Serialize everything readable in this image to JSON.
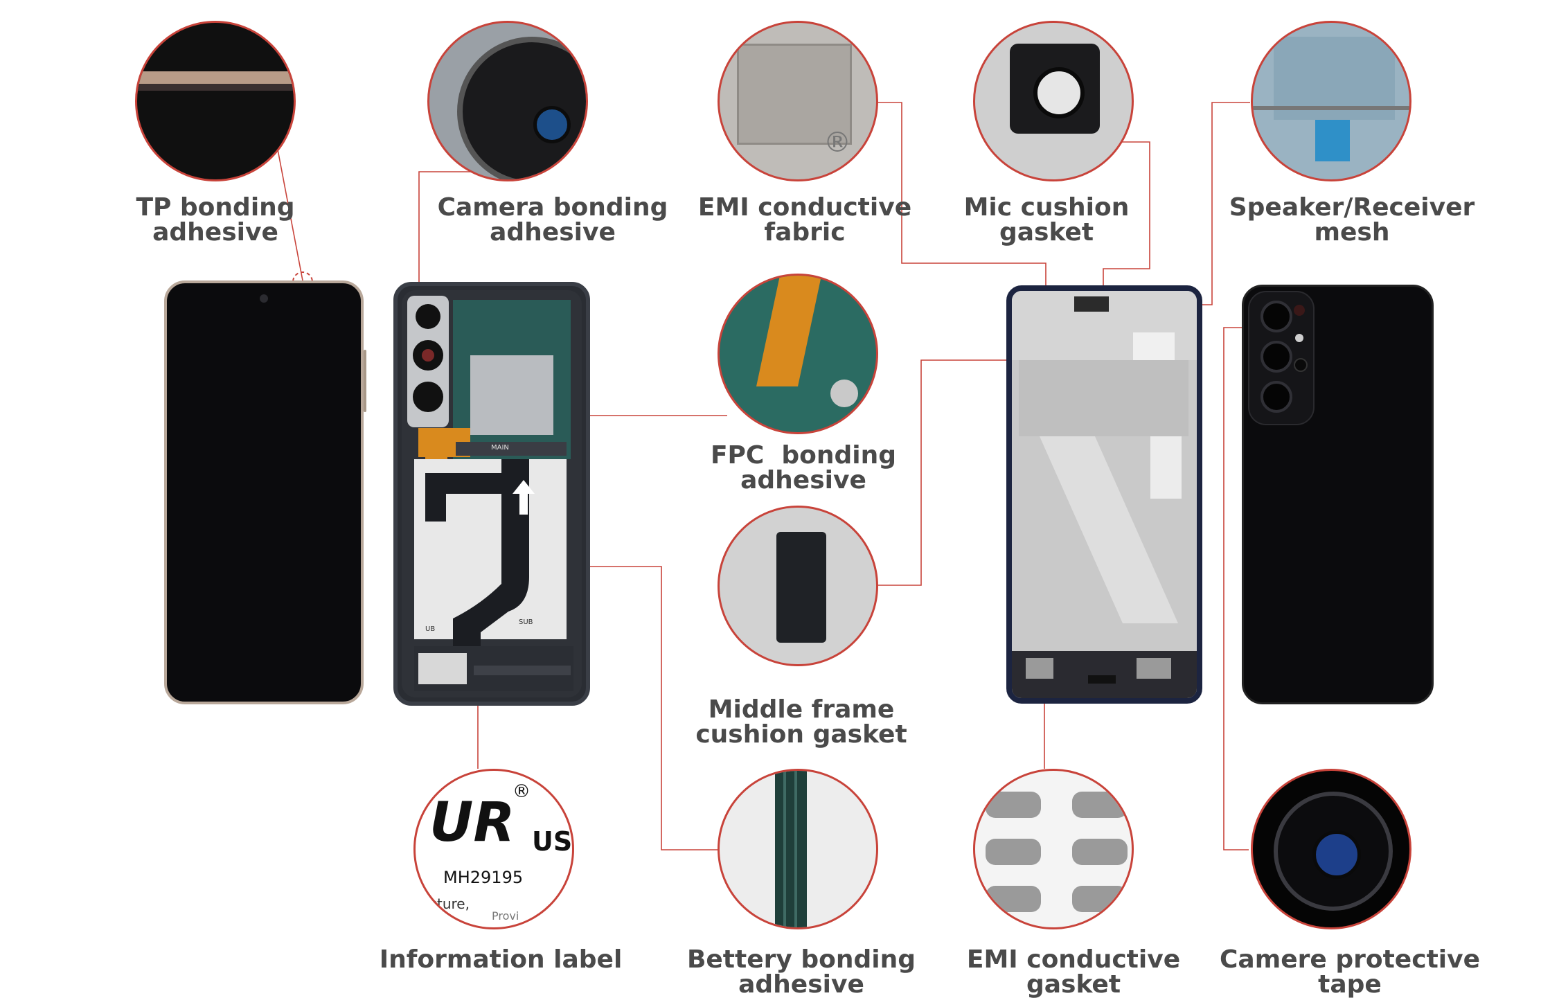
{
  "colors": {
    "accent": "#c8433a",
    "label_text": "#4a4a4a",
    "phone_black": "#0b0b0d",
    "frame_navy": "#1c2440",
    "metal": "#c9c9c9",
    "pcb_green": "#1f6b5f",
    "flex_orange": "#d98a1e"
  },
  "labels": {
    "tp_bonding": {
      "line1": "TP bonding",
      "line2": "adhesive"
    },
    "camera_bonding": {
      "line1": "Camera bonding",
      "line2": "adhesive"
    },
    "emi_fabric": {
      "line1": "EMI conductive",
      "line2": "fabric"
    },
    "mic_gasket": {
      "line1": "Mic cushion",
      "line2": "gasket"
    },
    "speaker_mesh": {
      "line1": "Speaker/Receiver",
      "line2": "mesh"
    },
    "fpc_bonding": {
      "line1": "FPC  bonding",
      "line2": "adhesive"
    },
    "middle_frame": {
      "line1": "Middle frame",
      "line2": "cushion gasket"
    },
    "info_label": {
      "line1": "Information label"
    },
    "battery_bonding": {
      "line1": "Bettery bonding",
      "line2": "adhesive"
    },
    "emi_gasket": {
      "line1": "EMI conductive",
      "line2": "gasket"
    },
    "camera_tape": {
      "line1": "Camere protective",
      "line2": "tape"
    }
  },
  "icons": {
    "ul_mark": "ul-certification-icon",
    "registered": "registered-mark-icon"
  },
  "detail_text": {
    "ul_logo": "UR",
    "ul_us": "US",
    "ul_code": "MH29195",
    "ul_fragment1": "cture,",
    "ul_fragment2": "Provi",
    "registered_mark": "®",
    "pcb_main": "MAIN",
    "pcb_sub": "SUB",
    "pcb_ub": "UB"
  }
}
